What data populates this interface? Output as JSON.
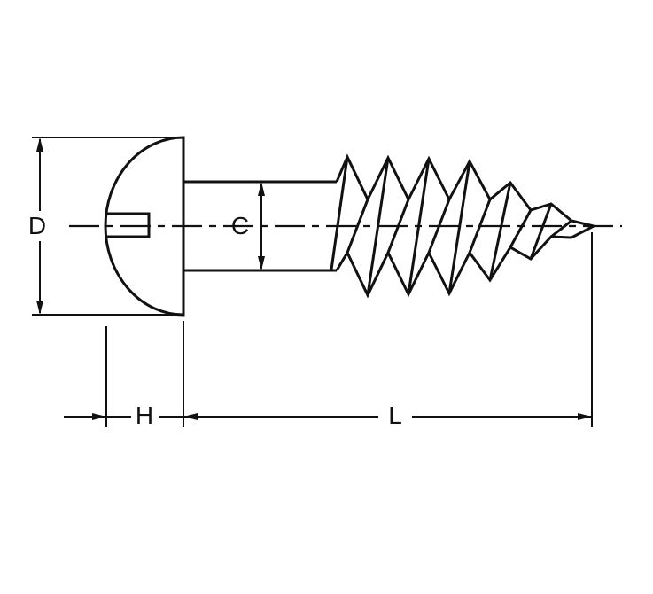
{
  "diagram": {
    "description": "Technical dimension drawing of a slotted round head wood screw, side view",
    "background_color": "#ffffff",
    "line_color": "#111111",
    "labels": {
      "d": "D",
      "c": "C",
      "h": "H",
      "l": "L"
    }
  }
}
